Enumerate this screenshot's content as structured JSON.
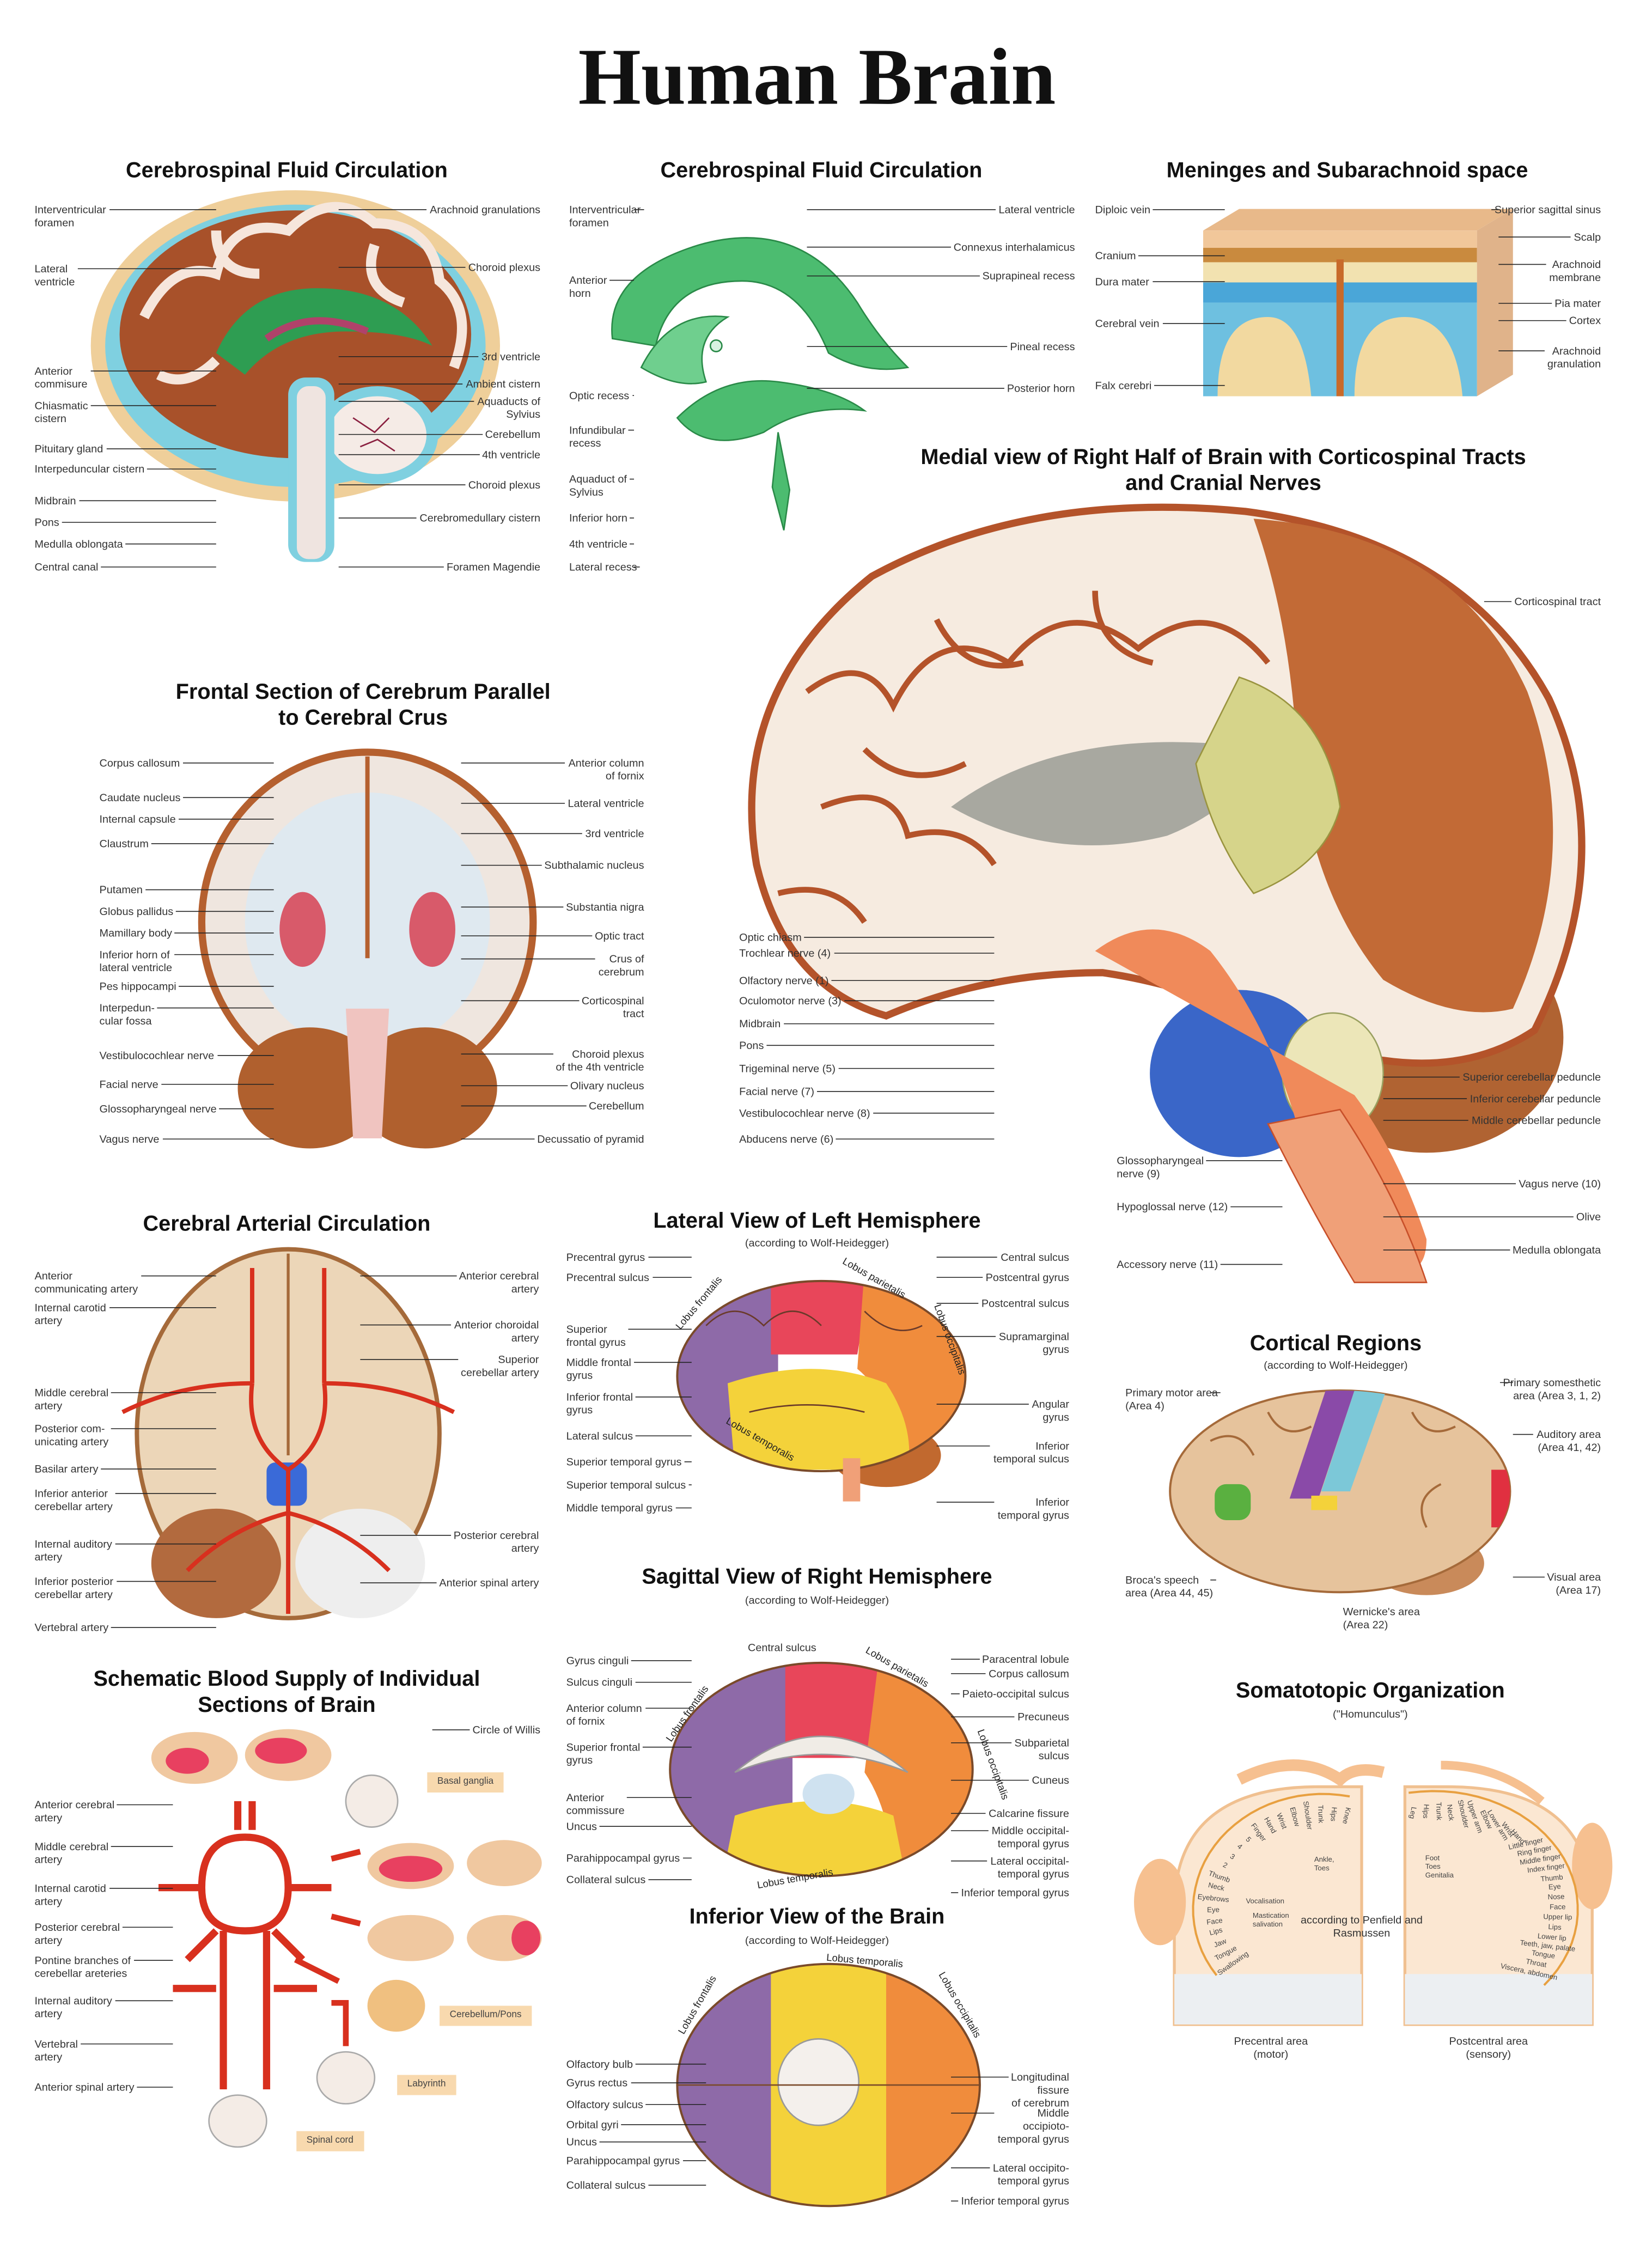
{
  "title": "Human Brain",
  "colors": {
    "cortex_brown": "#b4532a",
    "csf_blue": "#7fd0e0",
    "ventricle_green": "#3fb36a",
    "frontal_lobe": "#8e6aa8",
    "parietal_lobe": "#e8465a",
    "occipital_lobe": "#f08c3c",
    "temporal_lobe": "#f4d23a",
    "artery_red": "#d8301e"
  },
  "panels": {
    "csf_sagittal": {
      "title": "Cerebrospinal Fluid Circulation",
      "left": [
        "Interventricular\nforamen",
        "Lateral\nventricle",
        "Anterior\ncommisure",
        "Chiasmatic\ncistern",
        "Pituitary gland",
        "Interpeduncular cistern",
        "Midbrain",
        "Pons",
        "Medulla oblongata",
        "Central canal"
      ],
      "right": [
        "Arachnoid granulations",
        "Choroid plexus",
        "3rd ventricle",
        "Ambient cistern",
        "Aquaducts of\nSylvius",
        "Cerebellum",
        "4th ventricle",
        "Choroid plexus",
        "Cerebromedullary cistern",
        "Foramen Magendie"
      ]
    },
    "csf_ventricles": {
      "title": "Cerebrospinal Fluid Circulation",
      "left": [
        "Interventricular\nforamen",
        "Anterior\nhorn",
        "Optic recess",
        "Infundibular\nrecess",
        "Aquaduct of\nSylvius",
        "Inferior horn",
        "4th ventricle",
        "Lateral recess"
      ],
      "right": [
        "Lateral ventricle",
        "Connexus interhalamicus",
        "Suprapineal recess",
        "Pineal recess",
        "Posterior horn"
      ]
    },
    "meninges": {
      "title": "Meninges and Subarachnoid space",
      "left": [
        "Diploic vein",
        "Cranium",
        "Dura mater",
        "Cerebral vein",
        "Falx cerebri"
      ],
      "right": [
        "Superior sagittal sinus",
        "Scalp",
        "Arachnoid\nmembrane",
        "Pia mater",
        "Cortex",
        "Arachnoid\ngranulation"
      ]
    },
    "medial": {
      "title": "Medial view of Right Half of Brain with Corticospinal Tracts\nand Cranial Nerves",
      "top_right": [
        "Corticospinal tract"
      ],
      "left": [
        "Optic chiasm",
        "Trochlear nerve (4)",
        "Olfactory nerve (1)",
        "Oculomotor nerve (3)",
        "Midbrain",
        "Pons",
        "Trigeminal nerve (5)",
        "Facial nerve (7)",
        "Vestibulocochlear nerve (8)",
        "Abducens nerve (6)"
      ],
      "left2": [
        "Glossopharyngeal\nnerve (9)",
        "Hypoglossal nerve (12)",
        "Accessory nerve (11)"
      ],
      "right": [
        "Superior cerebellar peduncle",
        "Inferior cerebellar peduncle",
        "Middle cerebellar peduncle",
        "Vagus nerve (10)",
        "Olive",
        "Medulla oblongata"
      ]
    },
    "frontal": {
      "title": "Frontal Section of Cerebrum Parallel\nto Cerebral Crus",
      "left": [
        "Corpus callosum",
        "Caudate nucleus",
        "Internal capsule",
        "Claustrum",
        "Putamen",
        "Globus pallidus",
        "Mamillary body",
        "Inferior horn of\nlateral ventricle",
        "Pes hippocampi",
        "Interpedun-\ncular fossa",
        "Vestibulocochlear nerve",
        "Facial nerve",
        "Glossopharyngeal nerve",
        "Vagus nerve"
      ],
      "right": [
        "Anterior column\nof fornix",
        "Lateral ventricle",
        "3rd ventricle",
        "Subthalamic nucleus",
        "Substantia nigra",
        "Optic tract",
        "Crus of\ncerebrum",
        "Corticospinal\ntract",
        "Choroid plexus\nof the 4th ventricle",
        "Olivary nucleus",
        "Cerebellum",
        "Decussatio of pyramid"
      ]
    },
    "arterial": {
      "title": "Cerebral Arterial Circulation",
      "left": [
        "Anterior\ncommunicating artery",
        "Internal carotid\nartery",
        "Middle cerebral\nartery",
        "Posterior com-\nunicating artery",
        "Basilar artery",
        "Inferior anterior\ncerebellar artery",
        "Internal auditory\nartery",
        "Inferior posterior\ncerebellar artery",
        "Vertebral artery"
      ],
      "right": [
        "Anterior cerebral\nartery",
        "Anterior choroidal\nartery",
        "Superior\ncerebellar artery",
        "Posterior cerebral\nartery",
        "Anterior spinal artery"
      ]
    },
    "schematic": {
      "title": "Schematic Blood Supply of Individual\nSections of Brain",
      "right": [
        "Circle of Willis"
      ],
      "left": [
        "Anterior cerebral\nartery",
        "Middle cerebral\nartery",
        "Internal carotid\nartery",
        "Posterior cerebral\nartery",
        "Pontine branches of\ncerebellar areteries",
        "Internal auditory\nartery",
        "Vertebral\nartery",
        "Anterior spinal artery"
      ],
      "tags": [
        "Basal ganglia",
        "Cerebellum/Pons",
        "Labyrinth",
        "Spinal cord"
      ]
    },
    "lateral": {
      "title": "Lateral View of Left Hemisphere",
      "subtitle": "(according to Wolf-Heidegger)",
      "left": [
        "Precentral gyrus",
        "Precentral sulcus",
        "Superior\nfrontal gyrus",
        "Middle frontal\ngyrus",
        "Inferior frontal\ngyrus",
        "Lateral sulcus",
        "Superior temporal gyrus",
        "Superior temporal sulcus",
        "Middle temporal gyrus"
      ],
      "right": [
        "Central sulcus",
        "Postcentral gyrus",
        "Postcentral sulcus",
        "Supramarginal\ngyrus",
        "Angular\ngyrus",
        "Inferior\ntemporal sulcus",
        "Inferior\ntemporal gyrus"
      ],
      "lobes": [
        "Lobus frontalis",
        "Lobus parietalis",
        "Lobus occipitalis",
        "Lobus temporalis"
      ]
    },
    "sagittal": {
      "title": "Sagittal View of Right Hemisphere",
      "subtitle": "(according to Wolf-Heidegger)",
      "top": [
        "Central sulcus"
      ],
      "left": [
        "Gyrus cinguli",
        "Sulcus cinguli",
        "Anterior column\nof fornix",
        "Superior frontal\ngyrus",
        "Anterior\ncommissure",
        "Uncus",
        "Parahippocampal gyrus",
        "Collateral sulcus"
      ],
      "right": [
        "Paracentral lobule",
        "Corpus callosum",
        "Paieto-occipital sulcus",
        "Precuneus",
        "Subparietal\nsulcus",
        "Cuneus",
        "Calcarine fissure",
        "Middle occipital-\ntemporal gyrus",
        "Lateral occipital-\ntemporal gyrus",
        "Inferior temporal gyrus"
      ],
      "lobes": [
        "Lobus frontalis",
        "Lobus parietalis",
        "Lobus occipitalis",
        "Lobus temporalis"
      ]
    },
    "inferior": {
      "title": "Inferior View of the Brain",
      "subtitle": "(according to Wolf-Heidegger)",
      "left": [
        "Olfactory bulb",
        "Gyrus rectus",
        "Olfactory sulcus",
        "Orbital gyri",
        "Uncus",
        "Parahippocampal gyrus",
        "Collateral sulcus"
      ],
      "right": [
        "Longitudinal\nfissure\nof cerebrum",
        "Middle\noccipioto-\ntemporal gyrus",
        "Lateral occipito-\ntemporal gyrus",
        "Inferior temporal gyrus"
      ],
      "lobes": [
        "Lobus temporalis",
        "Lobus frontalis",
        "Lobus occipitalis"
      ]
    },
    "cortical": {
      "title": "Cortical Regions",
      "subtitle": "(according to Wolf-Heidegger)",
      "left": [
        "Primary motor area\n(Area 4)",
        "Broca's speech\narea (Area 44, 45)"
      ],
      "right": [
        "Primary somesthetic\narea (Area 3, 1, 2)",
        "Auditory area\n(Area 41, 42)",
        "Visual area\n(Area 17)"
      ],
      "bottom": [
        "Wernicke's area\n(Area 22)"
      ]
    },
    "somatotopic": {
      "title": "Somatotopic Organization",
      "subtitle": "(\"Homunculus\")",
      "note": "according to Penfield and\nRasmussen",
      "motor_caption": "Precentral area\n(motor)",
      "sensory_caption": "Postcentral area\n(sensory)",
      "motor_arc": [
        "Swallowing",
        "Tongue",
        "Jaw",
        "Lips",
        "Face",
        "Eye",
        "Eyebrows",
        "Neck",
        "Thumb",
        "2",
        "3",
        "4",
        "5",
        "Finger",
        "Hand",
        "Wrist",
        "Elbow",
        "Shoulder",
        "Trunk",
        "Hips",
        "Knee"
      ],
      "motor_inner": [
        "Ankle,\nToes",
        "Vocalisation",
        "Mastication\nsalivation"
      ],
      "sensory_arc": [
        "Leg",
        "Hips",
        "Trunk",
        "Neck",
        "Shoulder",
        "Upper arm",
        "Elbow",
        "Lower arm",
        "Wrist",
        "Hand",
        "Little finger",
        "Ring finger",
        "Middle finger",
        "Index finger",
        "Thumb",
        "Eye",
        "Nose",
        "Face",
        "Upper lip",
        "Lips",
        "Lower lip",
        "Teeth, jaw, palate",
        "Tongue",
        "Throat",
        "Viscera, abdomen"
      ],
      "sensory_inner": [
        "Foot\nToes\nGenitalia"
      ]
    }
  }
}
